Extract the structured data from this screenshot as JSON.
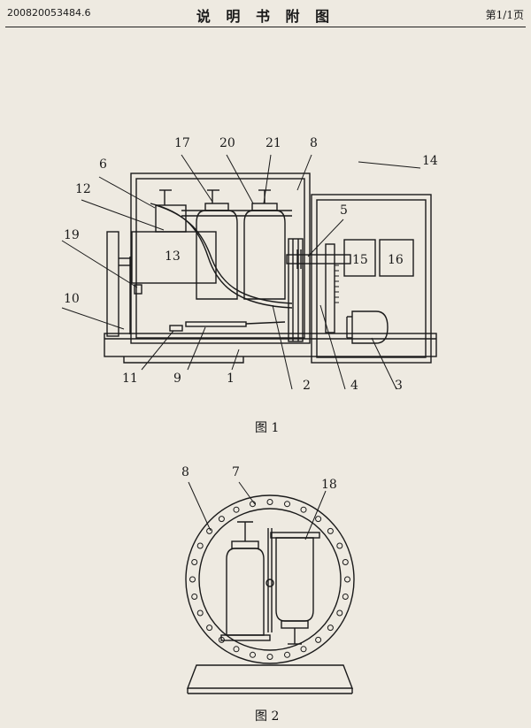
{
  "header": {
    "doc_id": "200820053484.6",
    "title": "说 明 书 附 图",
    "page": "第1/1页"
  },
  "figure1": {
    "caption": "图  1",
    "labels": {
      "l1": "1",
      "l2": "2",
      "l3": "3",
      "l4": "4",
      "l5": "5",
      "l6": "6",
      "l8": "8",
      "l9": "9",
      "l10": "10",
      "l11": "11",
      "l12": "12",
      "l13": "13",
      "l14": "14",
      "l15": "15",
      "l16": "16",
      "l17": "17",
      "l19": "19",
      "l20": "20",
      "l21": "21"
    }
  },
  "figure2": {
    "caption": "图  2",
    "labels": {
      "l7": "7",
      "l8": "8",
      "l18": "18"
    }
  }
}
